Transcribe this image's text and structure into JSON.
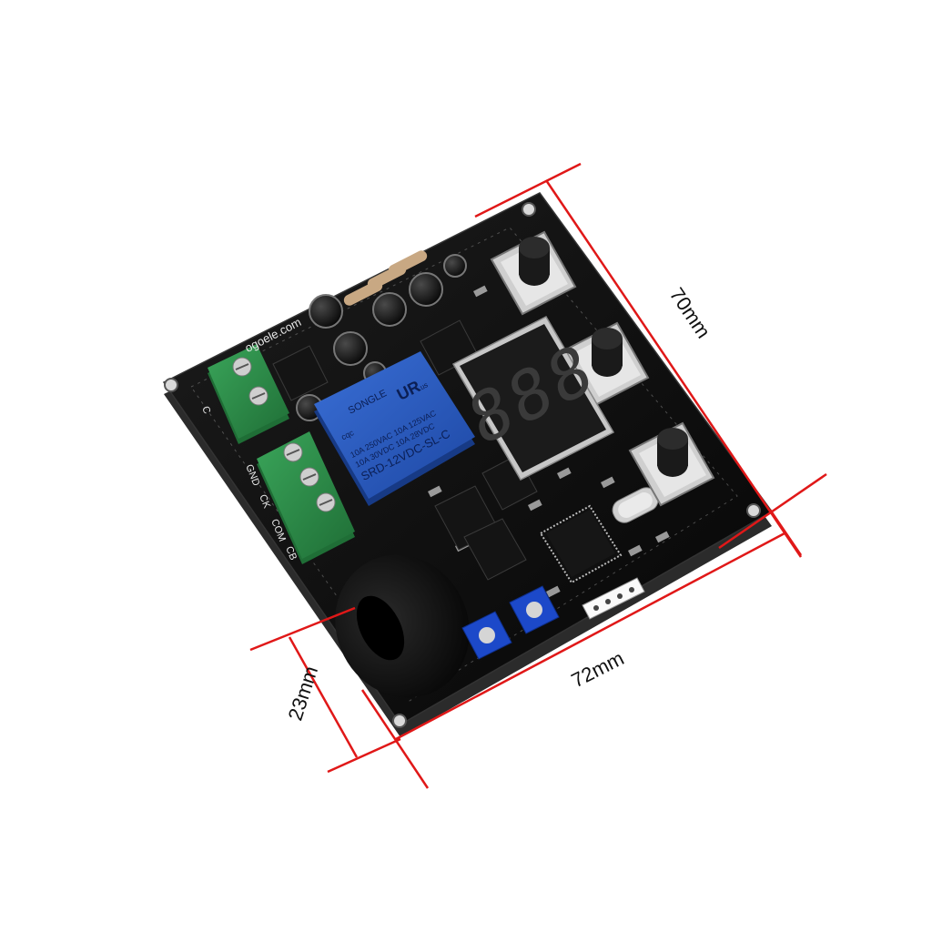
{
  "dimensions": {
    "width_label": "72mm",
    "height_label": "70mm",
    "depth_label": "23mm"
  },
  "silkscreen": {
    "website": "ogoele.com",
    "terminals": [
      "GND",
      "CK",
      "COM",
      "CB"
    ],
    "terminal_partial": "C"
  },
  "relay": {
    "brand": "SONGLE",
    "rating_line1": "10A 250VAC 10A 125VAC",
    "rating_line2": "10A 30VDC 10A 28VDC",
    "model": "SRD-12VDC-SL-C",
    "cert": "cqc",
    "ul_mark": "UR",
    "ul_us": "us"
  },
  "display": {
    "digits": "888"
  },
  "colors": {
    "pcb": "#101010",
    "terminal": "#2f8f4a",
    "relay": "#2456b8",
    "dimension": "#e01818",
    "trimmer": "#1c49c9"
  }
}
